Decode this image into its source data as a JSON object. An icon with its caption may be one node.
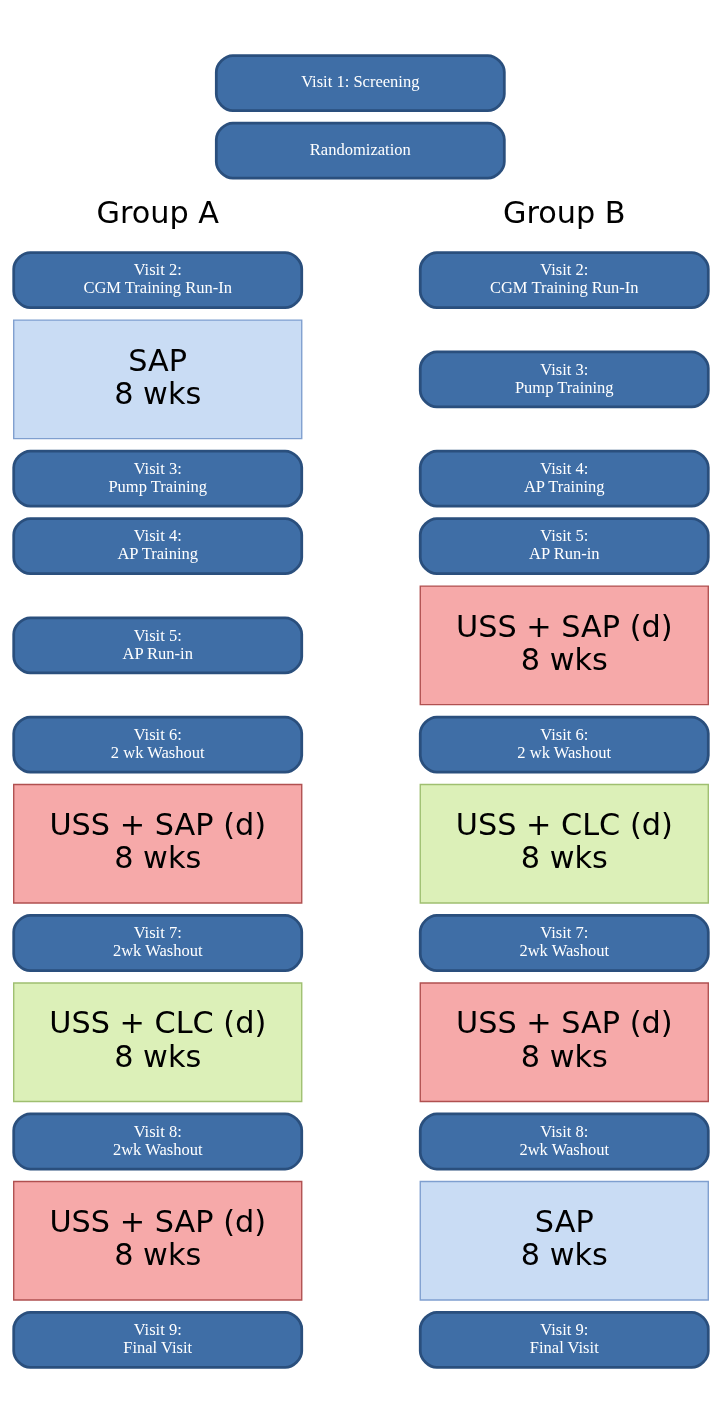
{
  "diagram": {
    "nodes": [
      {
        "text": [
          "Visit 1: Screening"
        ]
      },
      {
        "text": [
          "Randomization"
        ]
      },
      {
        "text": [
          "Visit 2:",
          "CGM Training Run-In"
        ]
      },
      {
        "text": [
          "SAP",
          "8 wks"
        ]
      },
      {
        "text": [
          "Visit 3:",
          "Pump Training"
        ]
      },
      {
        "text": [
          "Visit 4:",
          "AP Training"
        ]
      },
      {
        "text": [
          "Visit 5:",
          "AP Run-in"
        ]
      },
      {
        "text": [
          "Visit 6:",
          "2 wk Washout"
        ]
      },
      {
        "text": [
          "USS + SAP (d)",
          "8 wks"
        ]
      },
      {
        "text": [
          "Visit 7:",
          "2wk Washout"
        ]
      },
      {
        "text": [
          "USS + CLC (d)",
          "8 wks"
        ]
      },
      {
        "text": [
          "Visit 8:",
          "2wk Washout"
        ]
      },
      {
        "text": [
          "USS + SAP (d)",
          "8 wks"
        ]
      },
      {
        "text": [
          "Visit 9:",
          "Final Visit"
        ]
      },
      {
        "text": [
          "Visit 2:",
          "CGM Training Run-In"
        ]
      },
      {
        "text": [
          "Visit 3:",
          "Pump Training"
        ]
      },
      {
        "text": [
          "Visit 4:",
          "AP Training"
        ]
      },
      {
        "text": [
          "Visit 5:",
          "AP Run-in"
        ]
      },
      {
        "text": [
          "USS + SAP (d)",
          "8 wks"
        ]
      },
      {
        "text": [
          "Visit 6:",
          "2 wk Washout"
        ]
      },
      {
        "text": [
          "USS + CLC (d)",
          "8 wks"
        ]
      },
      {
        "text": [
          "Visit 7:",
          "2wk Washout"
        ]
      },
      {
        "text": [
          "USS + SAP (d)",
          "8 wks"
        ]
      },
      {
        "text": [
          "Visit 8:",
          "2wk Washout"
        ]
      },
      {
        "text": [
          "SAP",
          "8 wks"
        ]
      },
      {
        "text": [
          "Visit 9:",
          "Final Visit"
        ]
      }
    ],
    "edges": [],
    "labels": [
      "Group A",
      "Group B"
    ]
  }
}
